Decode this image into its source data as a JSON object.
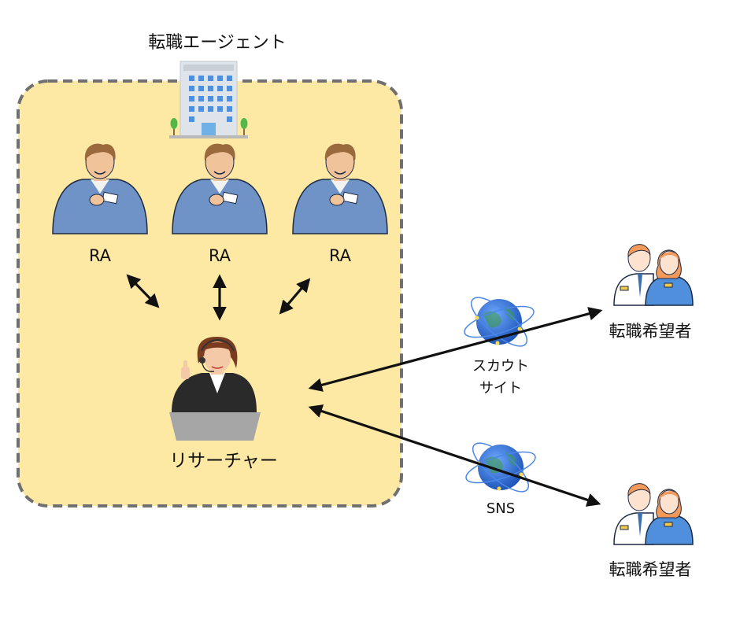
{
  "agency": {
    "title": "転職エージェント",
    "zone_color": "#fde9a4"
  },
  "ra_nodes": [
    {
      "label": "RA"
    },
    {
      "label": "RA"
    },
    {
      "label": "RA"
    }
  ],
  "researcher": {
    "label": "リサーチャー"
  },
  "channels": {
    "scout_site": {
      "line1": "スカウト",
      "line2": "サイト"
    },
    "sns": {
      "label": "SNS"
    }
  },
  "seekers": [
    {
      "label": "転職希望者"
    },
    {
      "label": "転職希望者"
    }
  ],
  "colors": {
    "zone_border": "#707070",
    "arrow": "#111111",
    "shirt": "#6f93c6",
    "globe": "#3a78d8"
  },
  "icons": {
    "building": "office-building-icon",
    "ra": "man-with-business-card-icon",
    "researcher": "woman-with-headset-laptop-icon",
    "channel": "globe-network-icon",
    "seeker": "couple-business-people-icon"
  }
}
